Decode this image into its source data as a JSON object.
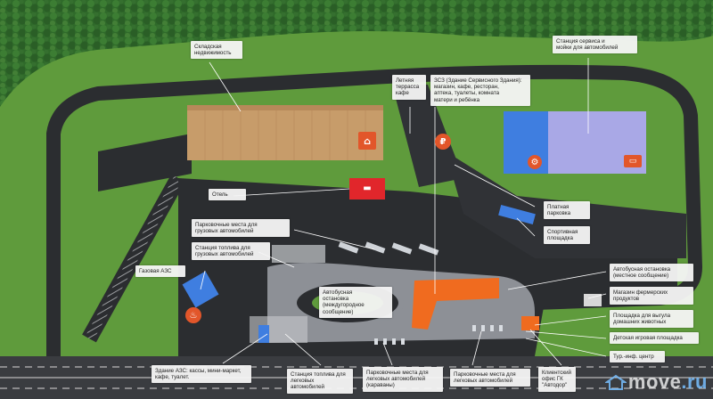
{
  "labels": {
    "warehouse": "Складская\nнедвижимость",
    "service_station": "Станция сервиса и\nмойки для автомобилей",
    "summer_terrace": "Летняя\nтеррасса\nкафе",
    "service_building": "ЗСЗ (Здание Сервисного Здания):\nмагазин, кафе, ресторан,\nаптека, туалеты, комната\nматери и ребёнка",
    "hotel": "Отель",
    "paid_parking": "Платная\nпарковка",
    "sport_ground": "Спортивная\nплощадка",
    "truck_parking": "Парковочные места для\nгрузовых автомобилей",
    "truck_fuel": "Станция топлива для\nгрузовых автомобилей",
    "gas_station": "Газовая АЗС",
    "bus_stop_intercity": "Автобусная\nостановка\n(междугородное\nсообщение)",
    "bus_stop_local": "Автобусная остановка\n(местное сообщение)",
    "farm_shop": "Магазин фермерских\nпродуктов",
    "pet_area": "Площадка для выгула\nдомашних животных",
    "playground": "Детская игровая площадка",
    "tour_center": "Тур.-инф. центр",
    "fuel_building": "Здание АЗС: кассы, мини-маркет,\nкафе, туалет.",
    "car_fuel": "Станция топлива для\nлегковых автомобилей",
    "car_parking_caravan": "Парковочные места для\nлегковых автомобилей\n(караваны)",
    "car_parking": "Парковочные места для\nлегковых автомобилей",
    "office": "Клиентский\nофис ГК\n\"Автодор\""
  },
  "logo": {
    "text": "move",
    "suffix": ".ru"
  },
  "icons": {
    "warehouse": "warehouse-icon",
    "service_station": "car-service-icon",
    "hotel": "bed-icon",
    "service_building": "ruble-icon",
    "gas_station": "flame-icon"
  },
  "colors": {
    "forest": "#2f6a2a",
    "grass": "#5f9b3c",
    "road": "#2b2d30",
    "plaza": "#8d9096",
    "warehouse_roof": "#c79c6a",
    "service_roof": "#a9a8e6",
    "service_blue": "#3f7ee0",
    "hotel": "#e1262b",
    "accent_orange": "#f06b1f"
  }
}
